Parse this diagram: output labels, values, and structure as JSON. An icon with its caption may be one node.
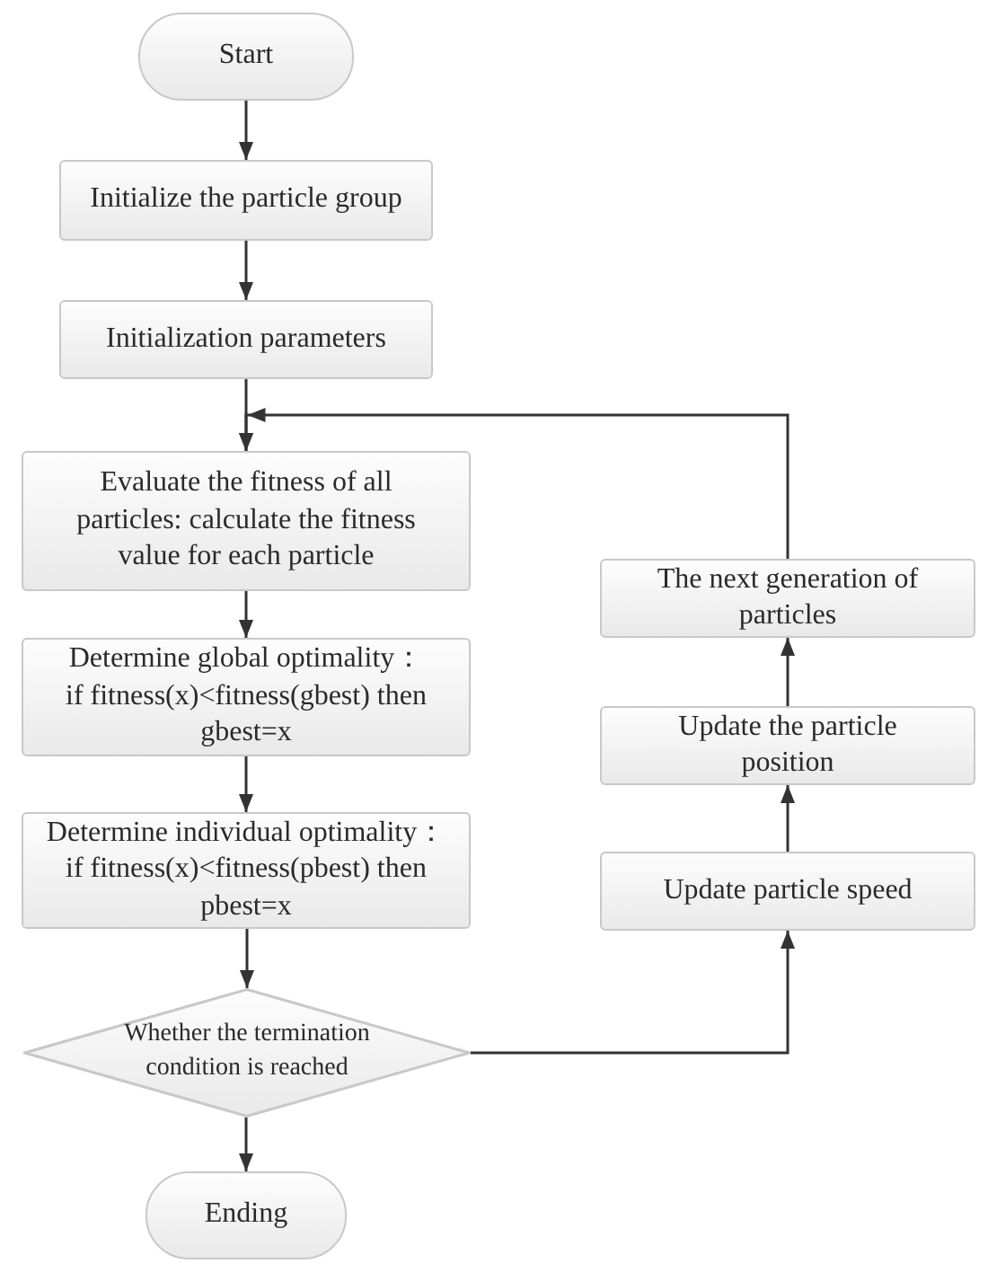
{
  "diagram": {
    "nodes": [
      {
        "text": [
          "Start"
        ]
      },
      {
        "text": [
          "Initialize the particle group"
        ]
      },
      {
        "text": [
          "Initialization parameters"
        ]
      },
      {
        "text": [
          "Evaluate the fitness of all particles: calculate the fitness value for each particle"
        ]
      },
      {
        "text": [
          "Determine global optimality： if fitness(x)<fitness(gbest) then gbest=x"
        ]
      },
      {
        "text": [
          "Determine individual optimality： if fitness(x)<fitness(pbest) then pbest=x"
        ]
      },
      {
        "text": [
          "Whether the termination condition is reached"
        ]
      },
      {
        "text": [
          "Ending"
        ]
      },
      {
        "text": [
          "The next generation of particles"
        ]
      },
      {
        "text": [
          "Update the particle position"
        ]
      },
      {
        "text": [
          "Update particle speed"
        ]
      }
    ],
    "edges": [
      {
        "from": 0,
        "to": 1,
        "arrow": "to"
      },
      {
        "from": 1,
        "to": 2,
        "arrow": "to"
      },
      {
        "from": 2,
        "to": 3,
        "arrow": "to"
      },
      {
        "from": 3,
        "to": 4,
        "arrow": "to"
      },
      {
        "from": 4,
        "to": 5,
        "arrow": "to"
      },
      {
        "from": 5,
        "to": 6,
        "arrow": "to"
      },
      {
        "from": 6,
        "to": 7,
        "arrow": "to"
      },
      {
        "from": 6,
        "to": 10,
        "arrow": "to"
      },
      {
        "from": 10,
        "to": 9,
        "arrow": "to"
      },
      {
        "from": 9,
        "to": 8,
        "arrow": "to"
      },
      {
        "from": 8,
        "to": 3,
        "arrow": "to"
      }
    ]
  }
}
